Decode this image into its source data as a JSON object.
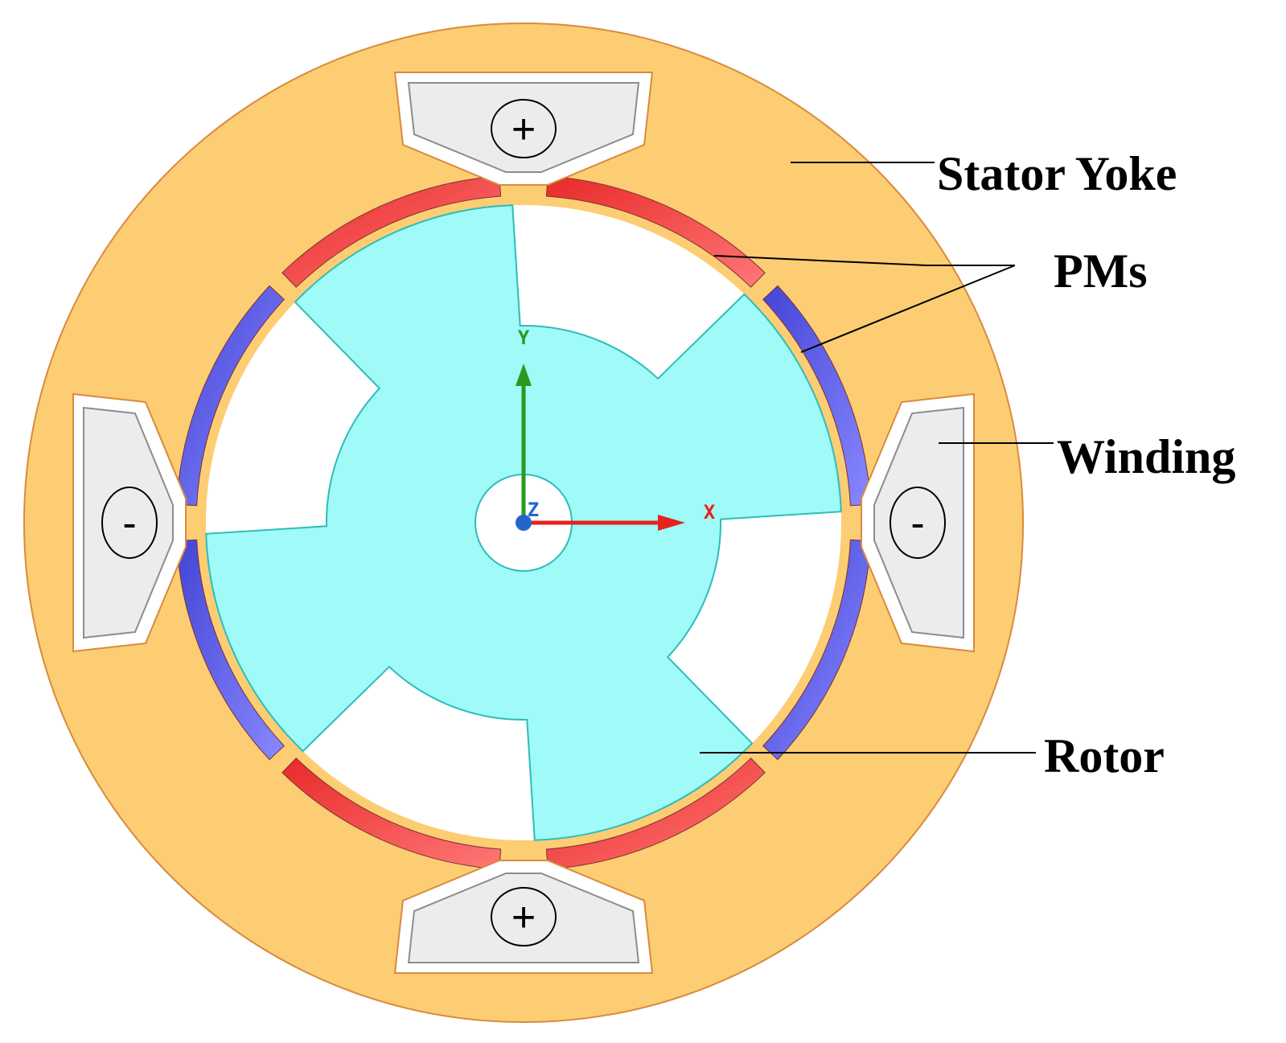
{
  "labels": {
    "stator_yoke": "Stator Yoke",
    "pms": "PMs",
    "winding": "Winding",
    "rotor": "Rotor"
  },
  "winding_signs": {
    "top": "+",
    "bottom": "+",
    "left": "-",
    "right": "-"
  },
  "axes": {
    "x": "X",
    "y": "Y",
    "z": "Z"
  },
  "colors": {
    "stator": "#fccd72",
    "stator_edge": "#d98a3e",
    "pm_red": "#ff5d5d",
    "pm_blue": "#6a6aea",
    "rotor": "#9ffaf8",
    "rotor_edge": "#2dbcbc",
    "winding_fill": "#ececec",
    "x_axis": "#e8211d",
    "y_axis": "#2a9a1f",
    "origin": "#2266cc"
  }
}
